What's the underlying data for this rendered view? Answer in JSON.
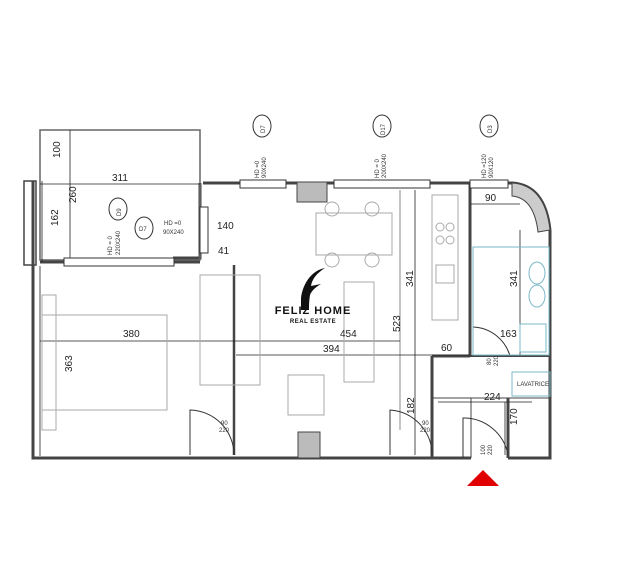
{
  "brand": {
    "name": "FELIZ HOME",
    "tagline": "REAL ESTATE"
  },
  "dimensions": {
    "balcony_top": "100",
    "balcony_width": "311",
    "balcony_depth": "260",
    "left_wall": "162",
    "window_140": "140",
    "window_41": "41",
    "bedroom_width": "380",
    "bedroom_depth": "363",
    "living_width": "454",
    "living_total": "394",
    "kitchen_depth": "341",
    "living_depth": "523",
    "bath_width": "90",
    "bath_depth": "341",
    "bath_163": "163",
    "hall_60": "60",
    "hall_224": "224",
    "hall_182": "182",
    "hall_170": "170"
  },
  "doors": [
    {
      "width": "90",
      "height": "220"
    },
    {
      "width": "90",
      "height": "220"
    },
    {
      "width": "80",
      "height": "220"
    },
    {
      "width": "100",
      "height": "220"
    }
  ],
  "window_tags": [
    {
      "tag": "D7",
      "spec": "HD =0",
      "size": "90X240"
    },
    {
      "tag": "D17",
      "spec": "HD = 0",
      "size": "200X240"
    },
    {
      "tag": "D3",
      "spec": "HD =120",
      "size": "90X120"
    },
    {
      "tag": "D9",
      "spec": "HD = 0",
      "size": "220X240"
    },
    {
      "tag": "D7",
      "spec": "HD =0",
      "size": "90X240"
    }
  ],
  "labels": {
    "laundry": "LAVATRICE"
  },
  "colors": {
    "wall": "#555555",
    "line": "#333333",
    "fixture": "#7ab8c8",
    "entrance_marker": "#e00000"
  }
}
